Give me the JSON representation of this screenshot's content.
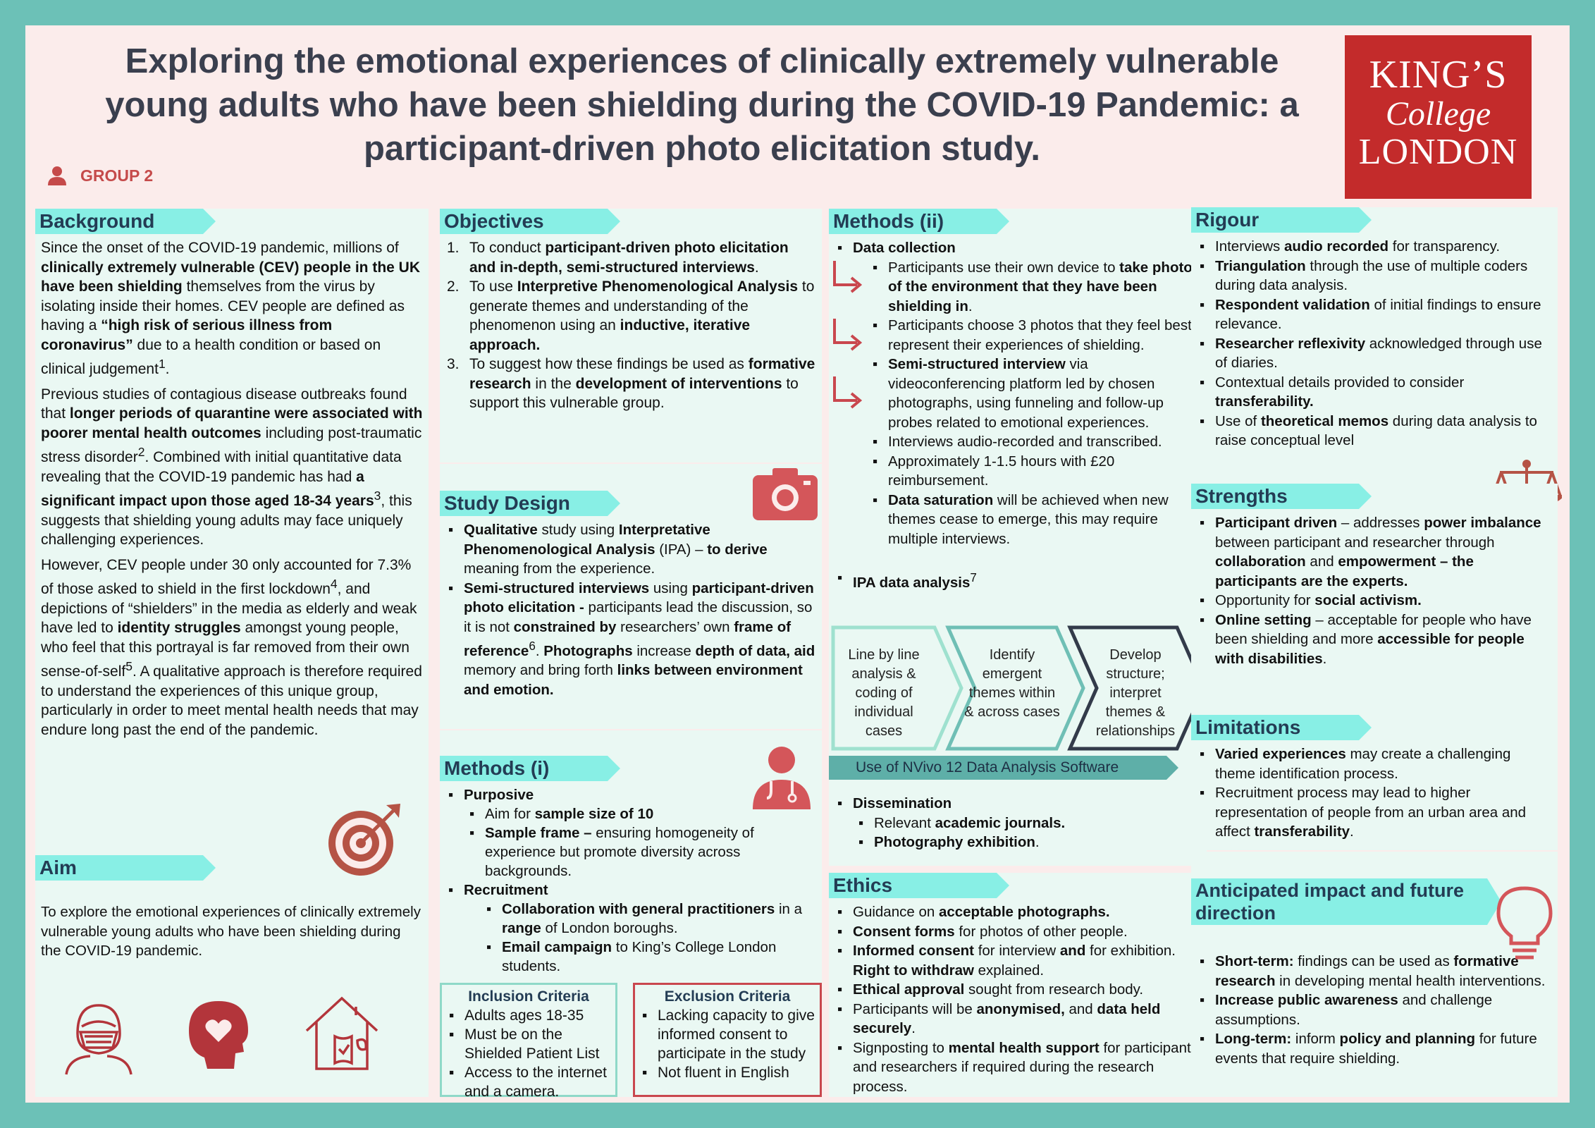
{
  "title_lines": [
    "Exploring the emotional experiences of clinically extremely vulnerable",
    "young adults who have been shielding during the COVID-19 Pandemic: a",
    "participant-driven photo elicitation study."
  ],
  "group": "GROUP 2",
  "logo": {
    "line1": "KING’S",
    "line2": "College",
    "line3": "LONDON"
  },
  "colors": {
    "frame": "#6cc1b7",
    "ribbon": "#88efe5",
    "accent_red": "#c54a4a",
    "logo_red": "#c32b2b",
    "panel": "#eaf8f3"
  },
  "background": {
    "heading": "Background"
  },
  "aim": {
    "heading": "Aim",
    "text": "To explore the emotional experiences of clinically extremely vulnerable young adults who have been shielding during the COVID-19 pandemic."
  },
  "objectives": {
    "heading": "Objectives"
  },
  "study_design": {
    "heading": "Study Design"
  },
  "methods_i": {
    "heading": "Methods (i)",
    "inclusion": {
      "title": "Inclusion Criteria",
      "items": [
        "Adults ages 18-35",
        "Must be on the Shielded Patient List",
        "Access to the internet and a camera."
      ]
    },
    "exclusion": {
      "title": "Exclusion Criteria",
      "items": [
        "Lacking capacity to give informed consent to participate in the study",
        "Not fluent in English"
      ]
    }
  },
  "methods_ii": {
    "heading": "Methods (ii)",
    "steps": [
      "Line by line analysis & coding of individual cases",
      "Identify emergent themes within & across cases",
      "Develop structure; interpret themes & relationships"
    ],
    "software": "Use of NVivo 12 Data Analysis Software"
  },
  "ethics": {
    "heading": "Ethics"
  },
  "rigour": {
    "heading": "Rigour"
  },
  "strengths": {
    "heading": "Strengths"
  },
  "limitations": {
    "heading": "Limitations"
  },
  "impact": {
    "heading_line1": "Anticipated impact and future",
    "heading_line2": "direction"
  },
  "icons": [
    "person-icon",
    "target-icon",
    "mask-person-icon",
    "heart-head-icon",
    "home-shield-icon",
    "camera-icon",
    "doctor-icon",
    "arrow-icon",
    "scales-icon",
    "lightbulb-icon"
  ]
}
